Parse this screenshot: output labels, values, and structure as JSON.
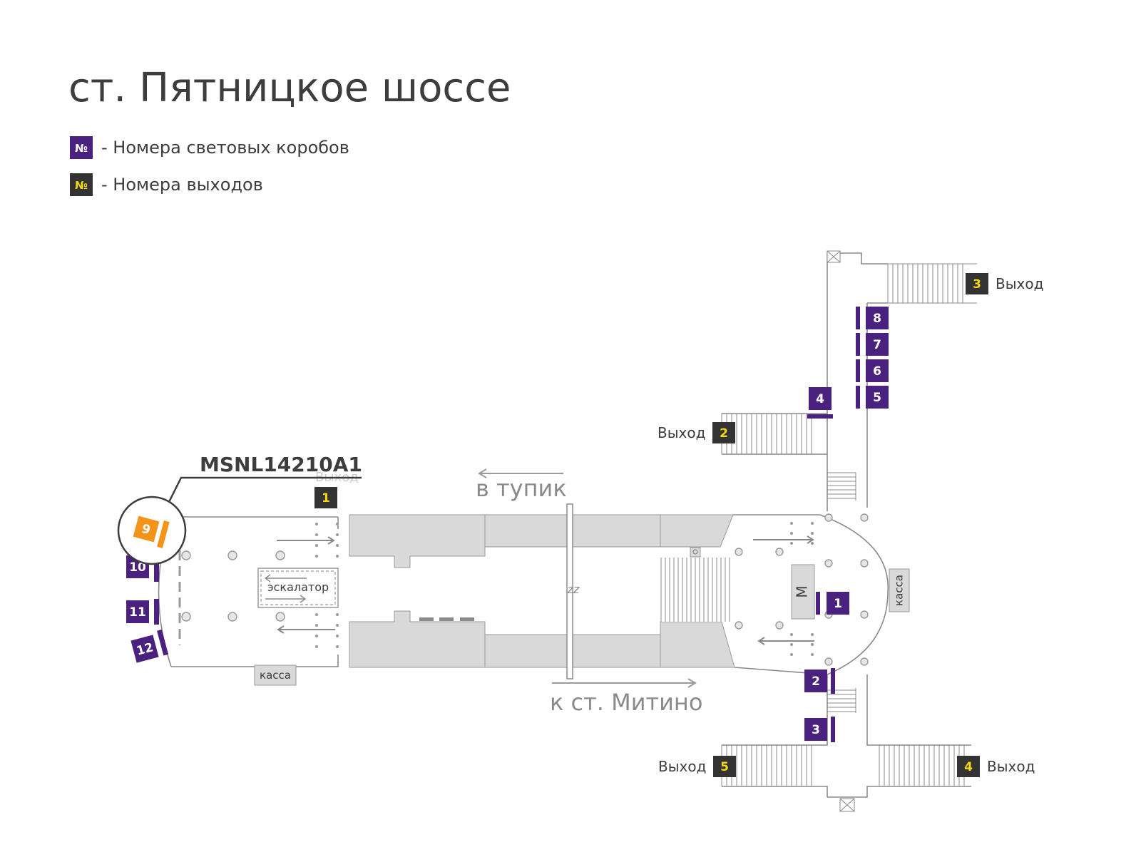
{
  "title": "ст. Пятницкое шоссе",
  "legend": [
    {
      "symbol": "№",
      "text": "- Номера световых коробов",
      "kind": "lightbox"
    },
    {
      "symbol": "№",
      "text": "- Номера выходов",
      "kind": "exit"
    }
  ],
  "colors": {
    "lightbox": "#4b2180",
    "exit_bg": "#333333",
    "exit_num": "#f5d90a",
    "highlight": "#f39419",
    "zone": "#d9d9d9"
  },
  "highlight_code": "MSNL14210A1",
  "exit_word": "Выход",
  "directions": {
    "dead_end": "в тупик",
    "mitino": "к ст. Митино"
  },
  "escalator_label": "эскалатор",
  "kassa_label": "касса",
  "metro_symbol": "М",
  "track_break": "zz",
  "lightboxes": [
    "1",
    "2",
    "3",
    "4",
    "5",
    "6",
    "7",
    "8",
    "9",
    "10",
    "11",
    "12"
  ],
  "exits": [
    "1",
    "2",
    "3",
    "4",
    "5"
  ],
  "highlighted_lightbox": "9"
}
